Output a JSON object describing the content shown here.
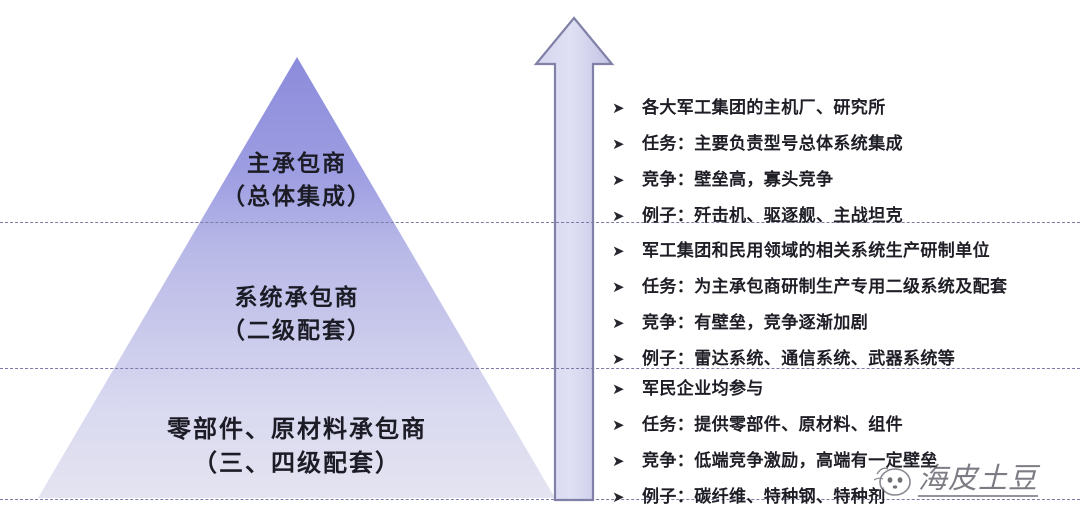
{
  "slide": {
    "background_color": "#ffffff",
    "accent_color": "#8b8bdb",
    "divider_color": "#7b7ba8"
  },
  "pyramid": {
    "name": "military-industry-supply-chain-pyramid",
    "apex_color": "#8b8bdb",
    "base_color": "#e3e3f1",
    "tiers": [
      {
        "id": "prime-contractor",
        "title": "主承包商",
        "subtitle": "（总体集成）"
      },
      {
        "id": "system-contractor",
        "title": "系统承包商",
        "subtitle": "（二级配套）"
      },
      {
        "id": "parts-materials-contractor",
        "title": "零部件、原材料承包商",
        "subtitle": "（三、四级配套）"
      }
    ]
  },
  "arrow": {
    "name": "upward-arrow",
    "fill_color": "#ccccea",
    "stroke_color": "#8181a8",
    "direction": "up"
  },
  "bullet_marker": "➤",
  "bullet_groups": [
    {
      "id": "prime-contractor-details",
      "items": [
        "各大军工集团的主机厂、研究所",
        "任务：主要负责型号总体系统集成",
        "竞争：壁垒高，寡头竞争",
        "例子：歼击机、驱逐舰、主战坦克"
      ]
    },
    {
      "id": "system-contractor-details",
      "items": [
        "军工集团和民用领域的相关系统生产研制单位",
        "任务：为主承包商研制生产专用二级系统及配套",
        "竞争：有壁垒，竞争逐渐加剧",
        "例子：雷达系统、通信系统、武器系统等"
      ]
    },
    {
      "id": "parts-materials-contractor-details",
      "items": [
        "军民企业均参与",
        "任务：提供零部件、原材料、组件",
        "竞争：低端竞争激励，高端有一定壁垒",
        "例子：碳纤维、特种钢、特种剂"
      ]
    }
  ],
  "watermark": {
    "text": "海皮土豆"
  }
}
